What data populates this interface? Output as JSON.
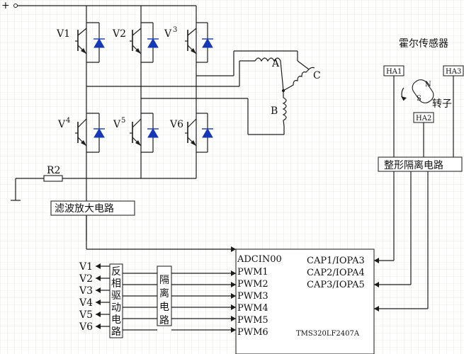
{
  "labels": {
    "plus": "+",
    "v1": "V1",
    "v2": "V2",
    "v3": "V",
    "v3_sup": "3",
    "v4": "V",
    "v4_sup": "4",
    "v5": "V",
    "v5_sup": "5",
    "v6": "V6",
    "phase_a": "A",
    "phase_b": "B",
    "phase_c": "C",
    "r2": "R2",
    "filter_amp": "滤波放大电路",
    "hall_title": "霍尔传感器",
    "ha1": "HA1",
    "ha2": "HA2",
    "ha3": "HA3",
    "rotor": "转子",
    "rotor_n": "N",
    "rotor_s": "S",
    "shaping": "整形隔离电路",
    "inv_drive": [
      "反",
      "相",
      "驱",
      "动",
      "电",
      "路"
    ],
    "isolation": [
      "隔",
      "离",
      "电",
      "路"
    ],
    "out_v": [
      "V1",
      "V2",
      "V3",
      "V4",
      "V5",
      "V6"
    ],
    "dsp_left_pins": [
      "ADCIN00",
      "PWM1",
      "PWM2",
      "PWM3",
      "PWM4",
      "PWM5",
      "PWM6"
    ],
    "dsp_right_pins": [
      "CAP1/IOPA3",
      "CAP2/IOPA4",
      "CAP3/IOPA5"
    ],
    "dsp_model": "TMS320LF2407A"
  },
  "colors": {
    "background": "#ffffff",
    "grid": "#d9d6c6",
    "wire": "#1c1c1c",
    "diode": "#1438b8"
  },
  "icons": {
    "transistor": "npn-igbt-symbol",
    "diode": "freewheel-diode-symbol",
    "motor_winding": "coil-symbol",
    "resistor": "resistor-symbol",
    "rotor": "magnet-rotor-symbol",
    "ground": "ground-symbol"
  }
}
